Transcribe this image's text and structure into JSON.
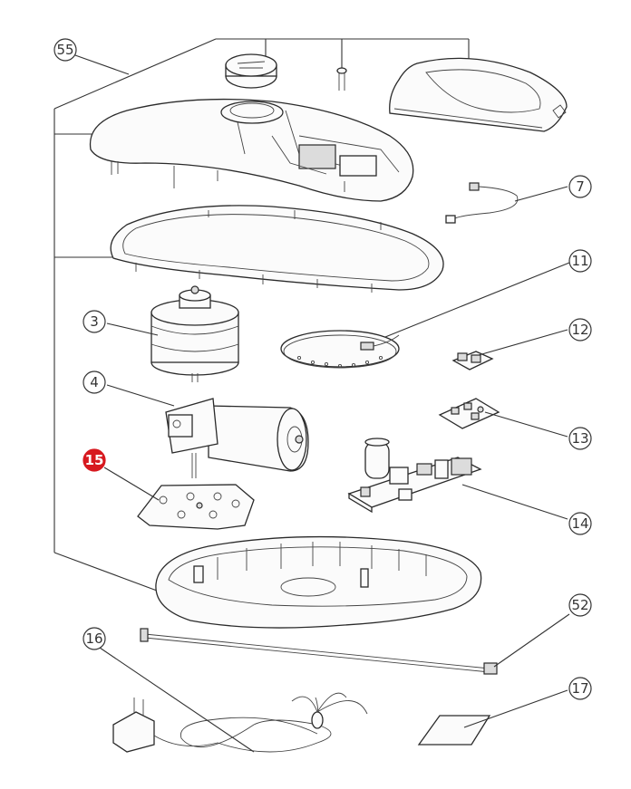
{
  "diagram": {
    "callouts": [
      {
        "id": "c55",
        "text": "55",
        "highlight": false
      },
      {
        "id": "c7",
        "text": "7",
        "highlight": false
      },
      {
        "id": "c11",
        "text": "11",
        "highlight": false
      },
      {
        "id": "c3",
        "text": "3",
        "highlight": false
      },
      {
        "id": "c12",
        "text": "12",
        "highlight": false
      },
      {
        "id": "c4",
        "text": "4",
        "highlight": false
      },
      {
        "id": "c13",
        "text": "13",
        "highlight": false
      },
      {
        "id": "c15",
        "text": "15",
        "highlight": true,
        "color": "#d7191f"
      },
      {
        "id": "c14",
        "text": "14",
        "highlight": false
      },
      {
        "id": "c52",
        "text": "52",
        "highlight": false
      },
      {
        "id": "c16",
        "text": "16",
        "highlight": false
      },
      {
        "id": "c17",
        "text": "17",
        "highlight": false
      }
    ],
    "colors": {
      "line": "#2a2a2a",
      "highlight": "#d7191f",
      "background": "#ffffff"
    }
  }
}
